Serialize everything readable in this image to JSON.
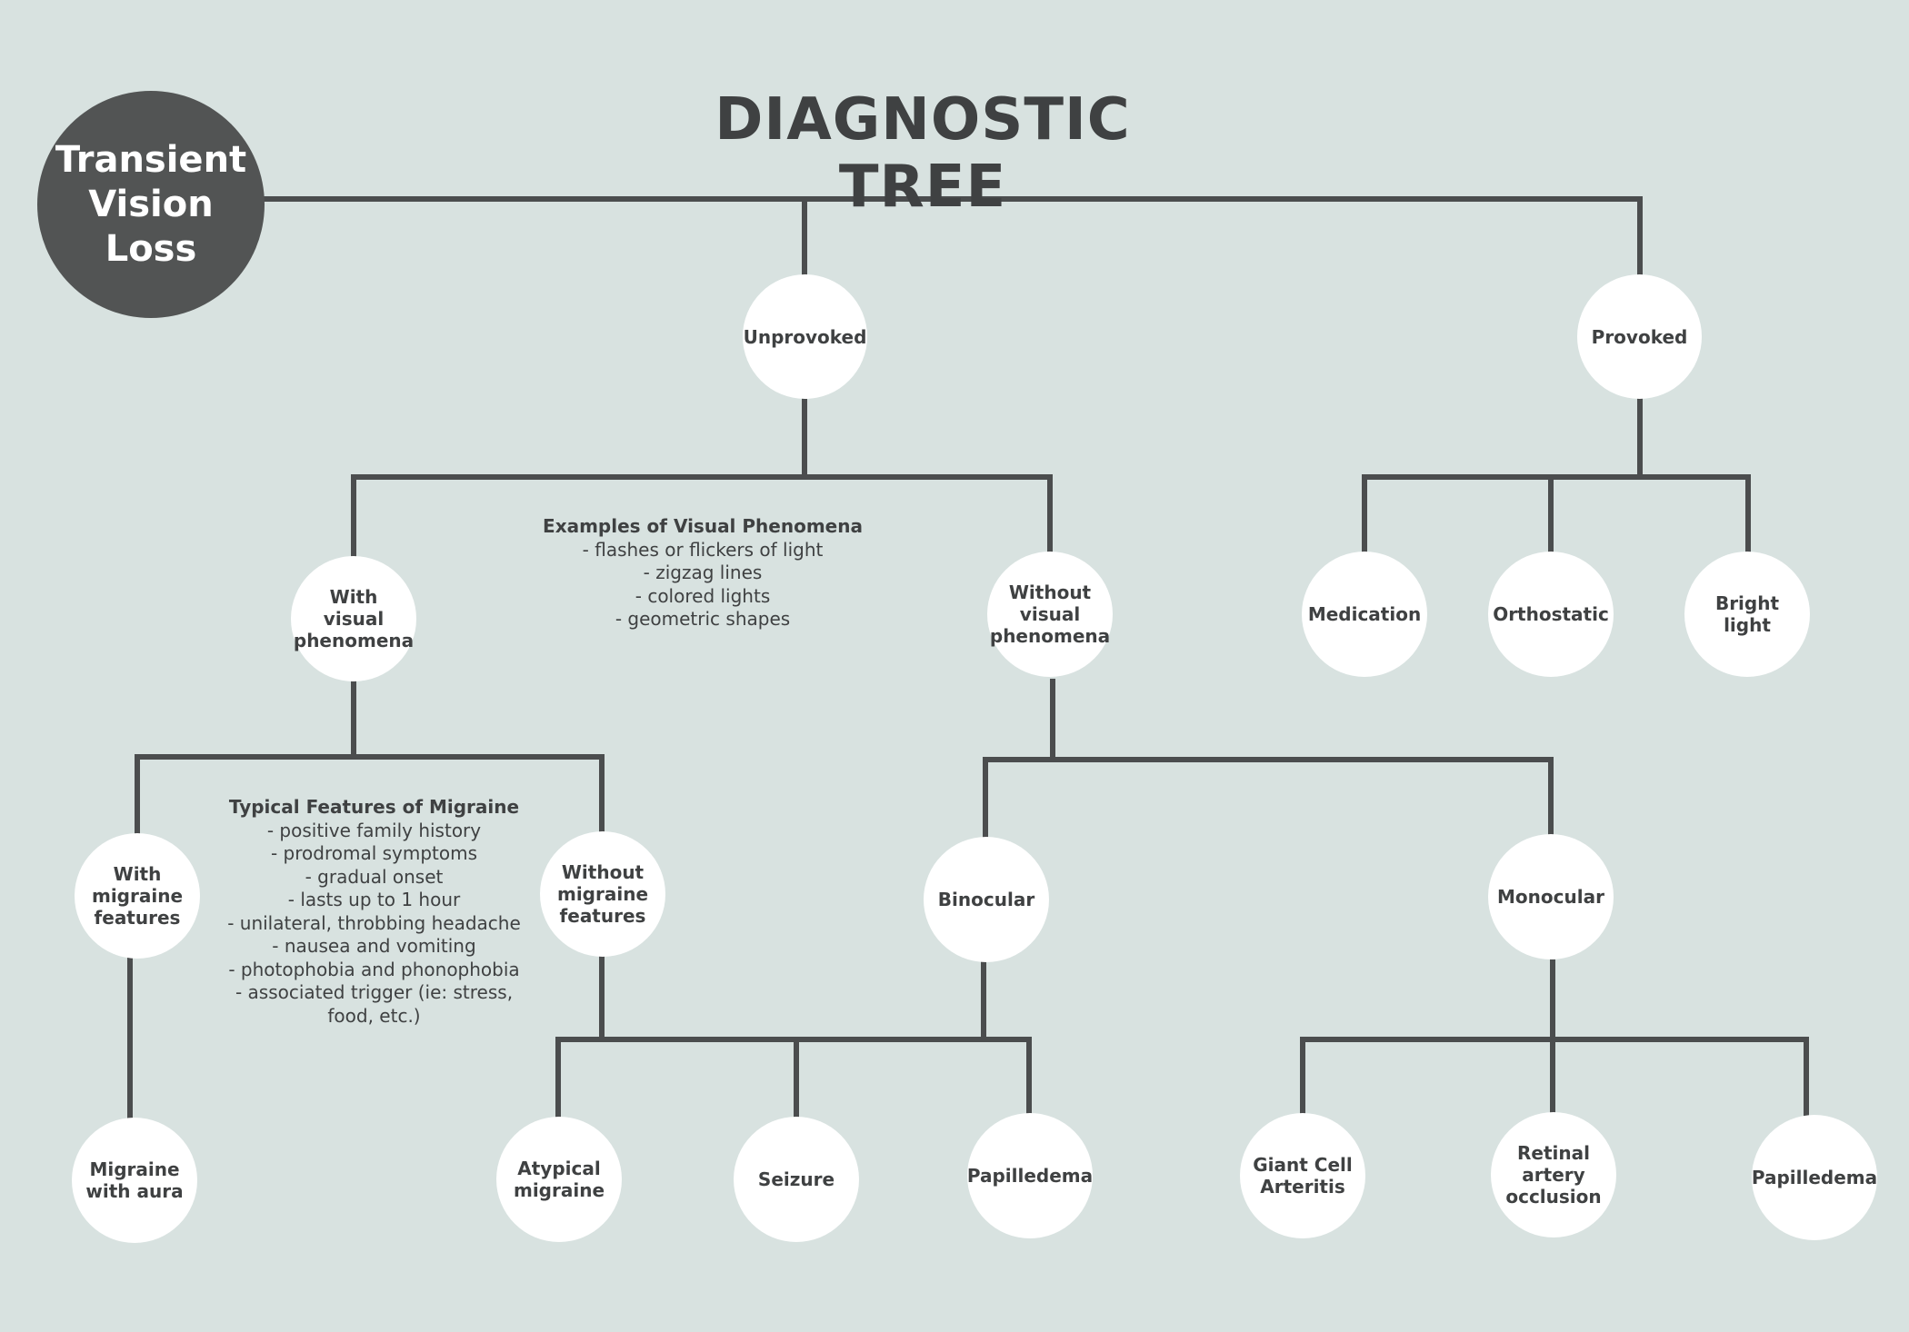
{
  "title": "DIAGNOSTIC TREE",
  "root": {
    "label": "Transient\nVision\nLoss"
  },
  "level1": {
    "unprovoked": "Unprovoked",
    "provoked": "Provoked"
  },
  "unprovoked_children": {
    "with_visual": "With\nvisual\nphenomena",
    "without_visual": "Without\nvisual\nphenomena"
  },
  "provoked_children": {
    "medication": "Medication",
    "orthostatic": "Orthostatic",
    "bright_light": "Bright light"
  },
  "with_visual_children": {
    "with_migraine": "With\nmigraine\nfeatures",
    "without_migraine": "Without\nmigraine\nfeatures"
  },
  "without_visual_children": {
    "binocular": "Binocular",
    "monocular": "Monocular"
  },
  "leaves": {
    "migraine_with_aura": "Migraine\nwith aura",
    "atypical_migraine": "Atypical\nmigraine",
    "seizure": "Seizure",
    "papilledema_binocular": "Papilledema",
    "giant_cell_arteritis": "Giant Cell\nArteritis",
    "retinal_artery_occlusion": "Retinal\nartery\nocclusion",
    "papilledema_monocular": "Papilledema"
  },
  "visual_phenomena_note": {
    "heading": "Examples of Visual Phenomena",
    "items": [
      "- flashes or flickers of light",
      "- zigzag lines",
      "- colored lights",
      "- geometric shapes"
    ]
  },
  "migraine_note": {
    "heading": "Typical Features of Migraine",
    "items": [
      "- positive family history",
      "- prodromal symptoms",
      "- gradual onset",
      "- lasts up to 1 hour",
      "- unilateral, throbbing headache",
      "- nausea and vomiting",
      "- photophobia and phonophobia",
      "- associated trigger (ie: stress, food, etc.)"
    ]
  },
  "colors": {
    "background": "#d8e2e0",
    "connector": "#4b4d4e",
    "root_fill": "#525454",
    "node_fill": "#ffffff",
    "text": "#3f4142"
  }
}
